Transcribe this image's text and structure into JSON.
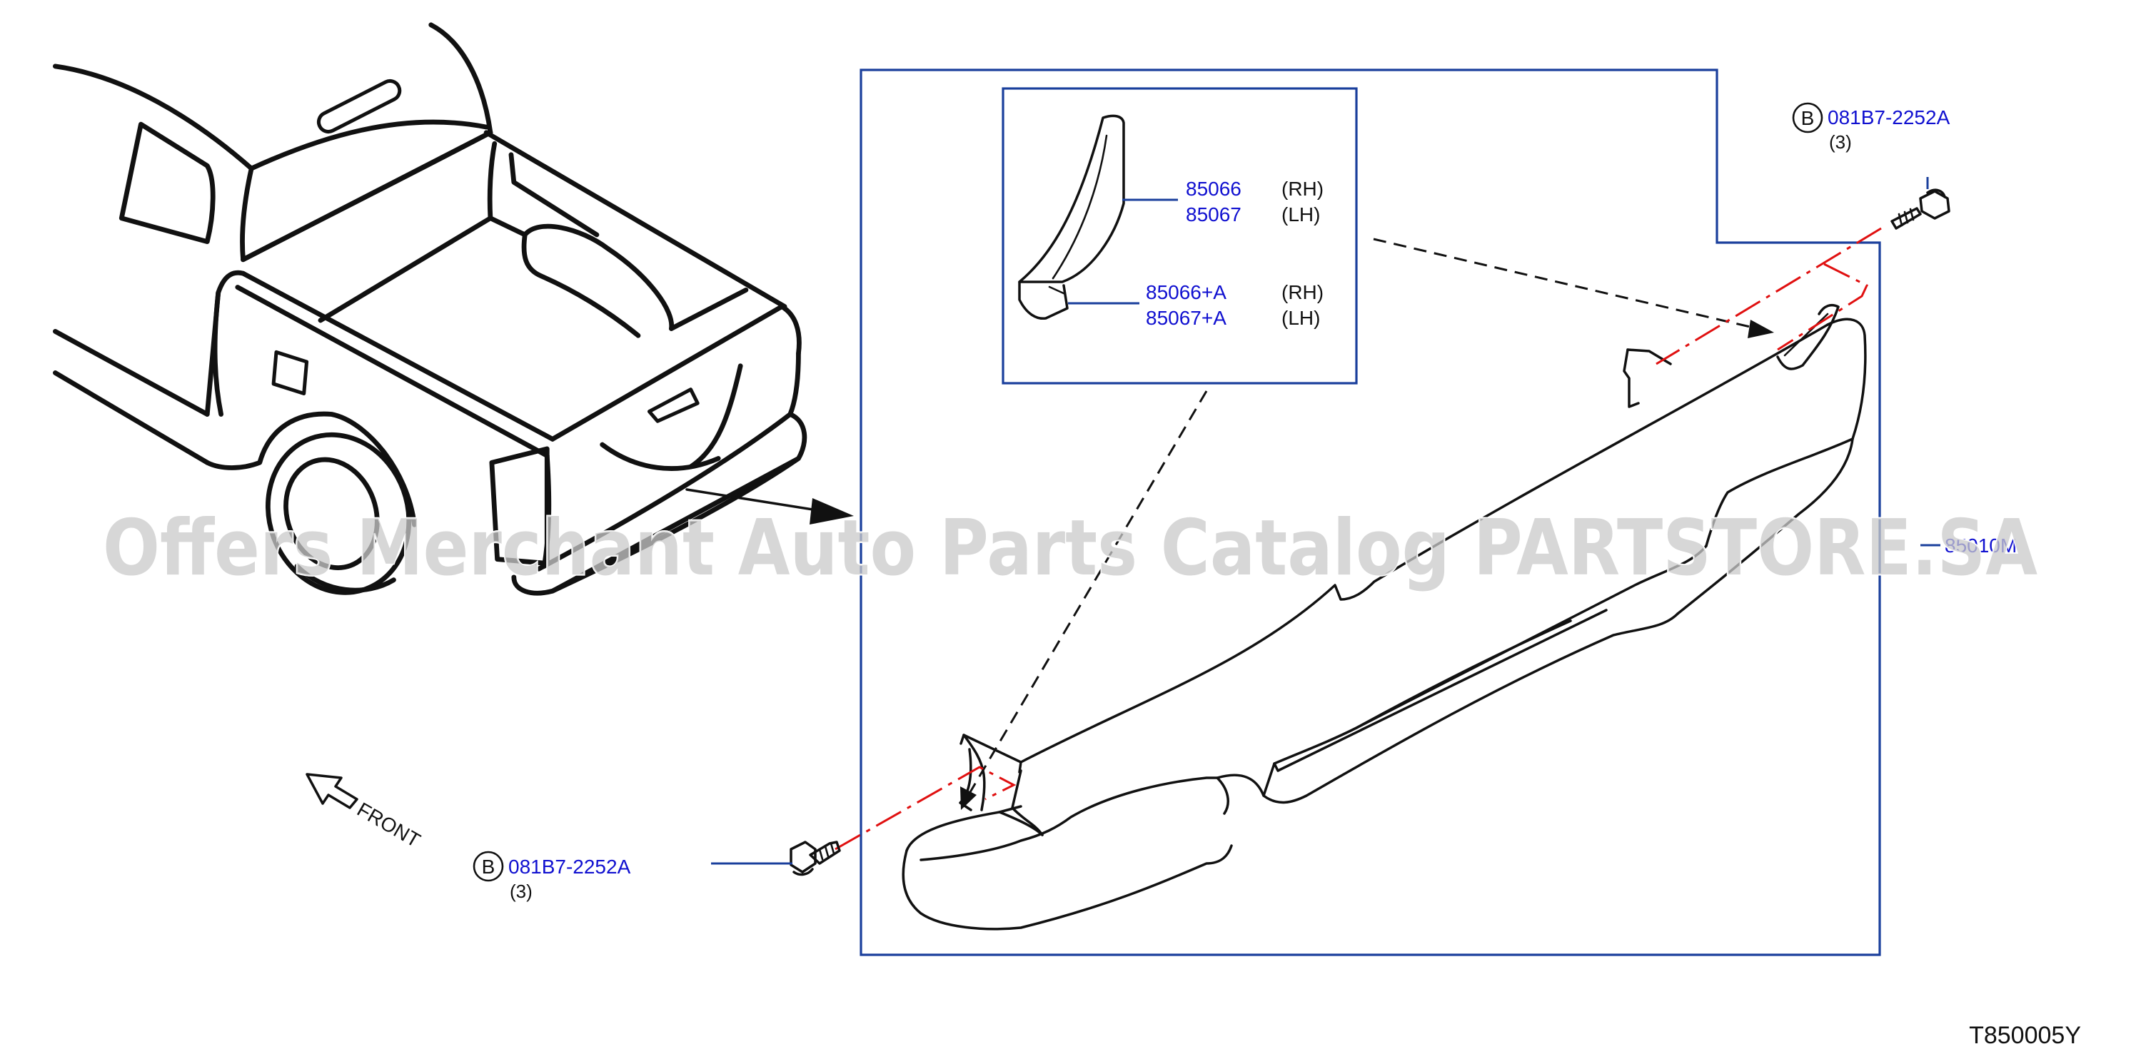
{
  "diagram": {
    "figure_id": "T850005Y",
    "watermark": "Offers Merchant Auto Parts Catalog PARTSTORE.SA",
    "front_label": "FRONT",
    "colors": {
      "callout": "#1010d0",
      "frame": "#1a3f9c",
      "centerline": "#e01010",
      "line": "#111111"
    },
    "callouts": {
      "bolt_top": {
        "badge": "B",
        "part": "081B7-2252A",
        "qty": "(3)"
      },
      "bolt_bottom": {
        "badge": "B",
        "part": "081B7-2252A",
        "qty": "(3)"
      },
      "end_cap_rh": {
        "part": "85066",
        "side": "(RH)"
      },
      "end_cap_lh": {
        "part": "85067",
        "side": "(LH)"
      },
      "end_pad_rh": {
        "part": "85066+A",
        "side": "(RH)"
      },
      "end_pad_lh": {
        "part": "85067+A",
        "side": "(LH)"
      },
      "bumper": {
        "part": "85010M"
      }
    }
  }
}
